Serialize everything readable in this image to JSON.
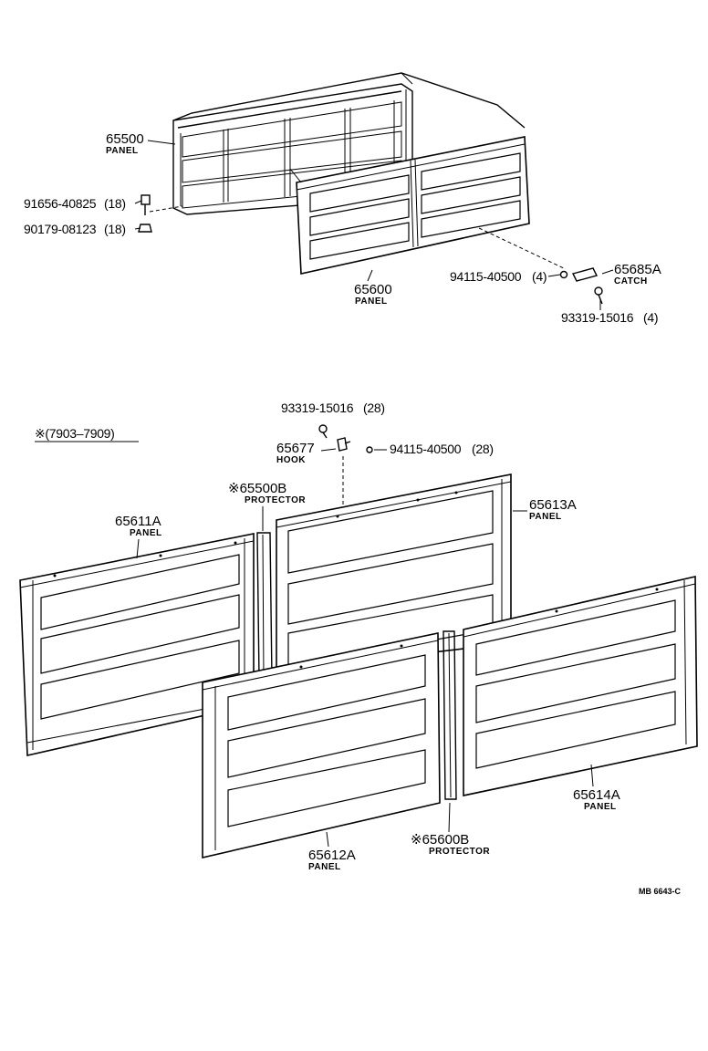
{
  "top_assembly": {
    "front_panel": {
      "number": "65500",
      "name": "PANEL"
    },
    "bolt": {
      "number": "91656-40825",
      "qty": "(18)"
    },
    "nut": {
      "number": "90179-08123",
      "qty": "(18)"
    },
    "side_panel": {
      "number": "65600",
      "name": "PANEL"
    },
    "catch_washer": {
      "number": "94115-40500",
      "qty": "(4)"
    },
    "catch": {
      "number": "65685A",
      "name": "CATCH"
    },
    "catch_screw": {
      "number": "93319-15016",
      "qty": "(4)"
    }
  },
  "bottom_assembly": {
    "note": "※(7903–7909)",
    "hook_screw": {
      "number": "93319-15016",
      "qty": "(28)"
    },
    "hook": {
      "number": "65677",
      "name": "HOOK"
    },
    "hook_washer": {
      "number": "94115-40500",
      "qty": "(28)"
    },
    "protector_front": {
      "number": "※65500B",
      "name": "PROTECTOR"
    },
    "panel_left": {
      "number": "65611A",
      "name": "PANEL"
    },
    "panel_rear": {
      "number": "65613A",
      "name": "PANEL"
    },
    "panel_front_right": {
      "number": "65612A",
      "name": "PANEL"
    },
    "protector_side": {
      "number": "※65600B",
      "name": "PROTECTOR"
    },
    "panel_right": {
      "number": "65614A",
      "name": "PANEL"
    }
  },
  "diagram_code": "MB 6643-C"
}
